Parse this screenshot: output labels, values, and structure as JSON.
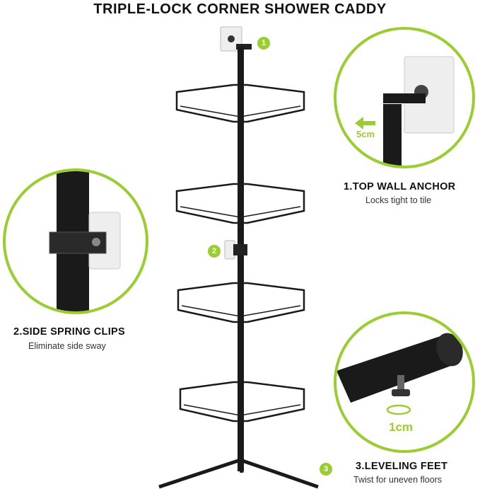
{
  "title": "TRIPLE-LOCK CORNER SHOWER CADDY",
  "badges": [
    "1",
    "2",
    "3"
  ],
  "features": [
    {
      "title": "1.TOP WALL ANCHOR",
      "subtitle": "Locks tight to tile",
      "measure": "5cm",
      "icon": "wall-anchor-detail"
    },
    {
      "title": "2.SIDE SPRING CLIPS",
      "subtitle": "Eliminate side sway",
      "icon": "spring-clip-detail"
    },
    {
      "title": "3.LEVELING FEET",
      "subtitle": "Twist for uneven floors",
      "measure": "1cm",
      "icon": "leveling-foot-detail"
    }
  ],
  "colors": {
    "accent": "#9acd32",
    "metal": "#1a1a1a",
    "plate": "#eeeeee"
  }
}
